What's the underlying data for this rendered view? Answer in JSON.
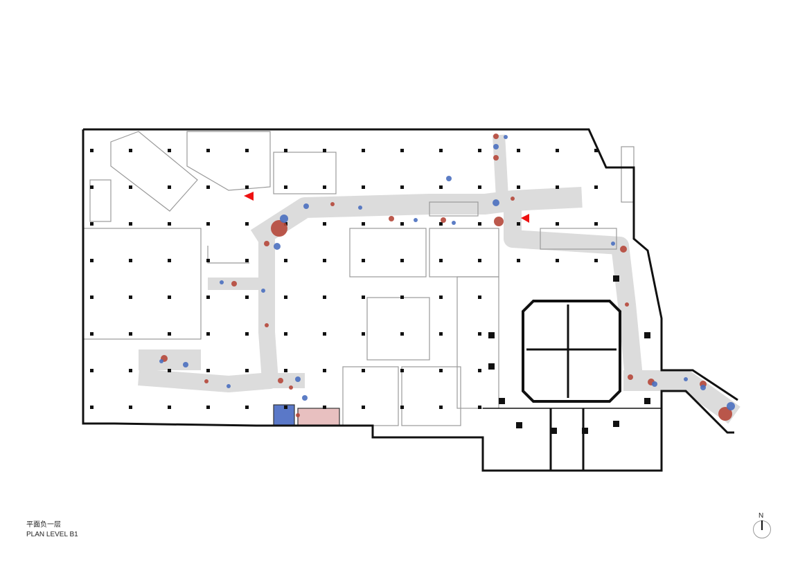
{
  "title": {
    "chinese": "平面负一层",
    "english": "PLAN LEVEL B1"
  },
  "north_arrow": {
    "label": "N"
  },
  "colors": {
    "corridor": "#d9d9d9",
    "marker_red": "#b5473a",
    "marker_blue": "#4a6fbf",
    "entrance": "#ee1111",
    "wall": "#111111"
  }
}
